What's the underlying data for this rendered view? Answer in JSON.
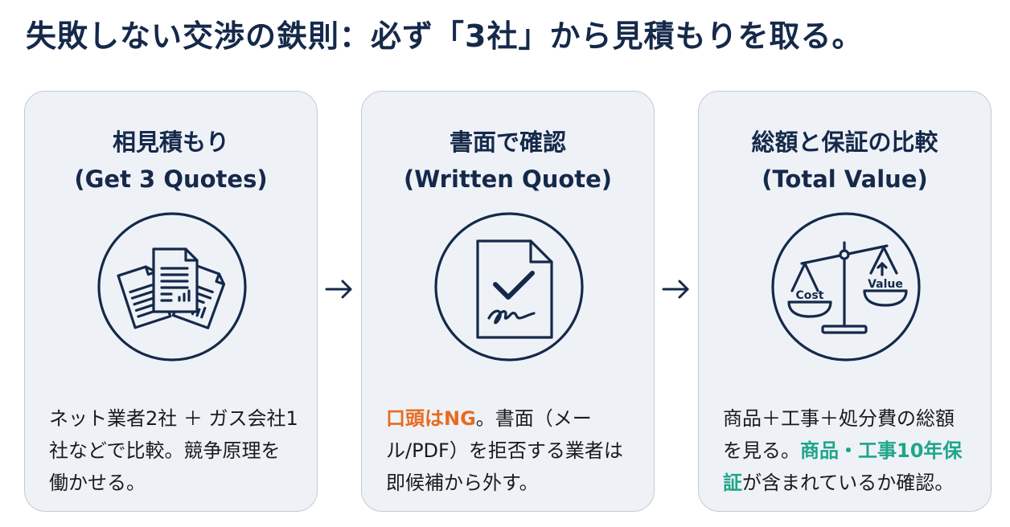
{
  "title": "失敗しない交渉の鉄則：必ず「3社」から見積もりを取る。",
  "colors": {
    "navy": "#15294a",
    "card_bg": "#eef2f7",
    "card_border": "#c3cad4",
    "highlight_orange": "#e86a1e",
    "highlight_teal": "#1fa58a"
  },
  "cards": [
    {
      "title_ja": "相見積もり",
      "title_en": "(Get 3 Quotes)",
      "icon": "multiple-documents-icon",
      "body": {
        "text": "ネット業者2社 ＋ ガス会社1社などで比較。競争原理を働かせる。"
      }
    },
    {
      "title_ja": "書面で確認",
      "title_en": "(Written Quote)",
      "icon": "signed-document-check-icon",
      "body": {
        "highlight": "口頭はNG",
        "text": "。書面（メール/PDF）を拒否する業者は即候補から外す。"
      }
    },
    {
      "title_ja": "総額と保証の比較",
      "title_en": "(Total Value)",
      "icon": "balance-scale-icon",
      "icon_labels": {
        "left": "Cost",
        "right": "Value"
      },
      "body": {
        "text_before": "商品＋工事＋処分費の総額を見る。",
        "highlight": "商品・工事10年保証",
        "text_after": "が含まれているか確認。"
      }
    }
  ],
  "arrows": [
    "arrow-right-icon",
    "arrow-right-icon"
  ]
}
